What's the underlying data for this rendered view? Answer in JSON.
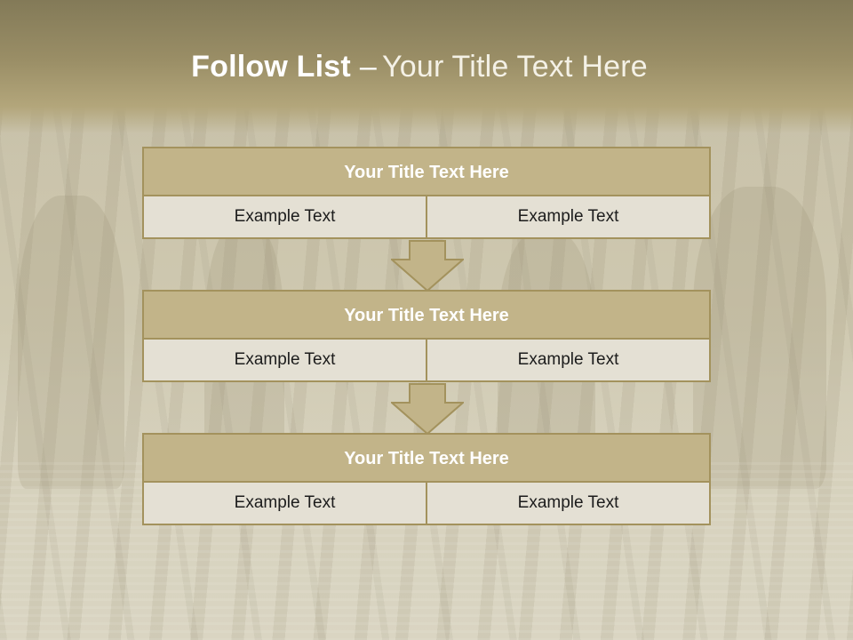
{
  "title": {
    "bold": "Follow List",
    "dash": "–",
    "rest": "Your Title Text Here"
  },
  "steps": [
    {
      "title": "Your Title Text Here",
      "left": "Example Text",
      "right": "Example Text"
    },
    {
      "title": "Your Title Text Here",
      "left": "Example Text",
      "right": "Example Text"
    },
    {
      "title": "Your Title Text Here",
      "left": "Example Text",
      "right": "Example Text"
    }
  ],
  "colors": {
    "header_fill": "#c2b489",
    "border": "#a3925d",
    "cell_fill": "#e4e0d4",
    "arrow_fill": "#c2b489"
  }
}
